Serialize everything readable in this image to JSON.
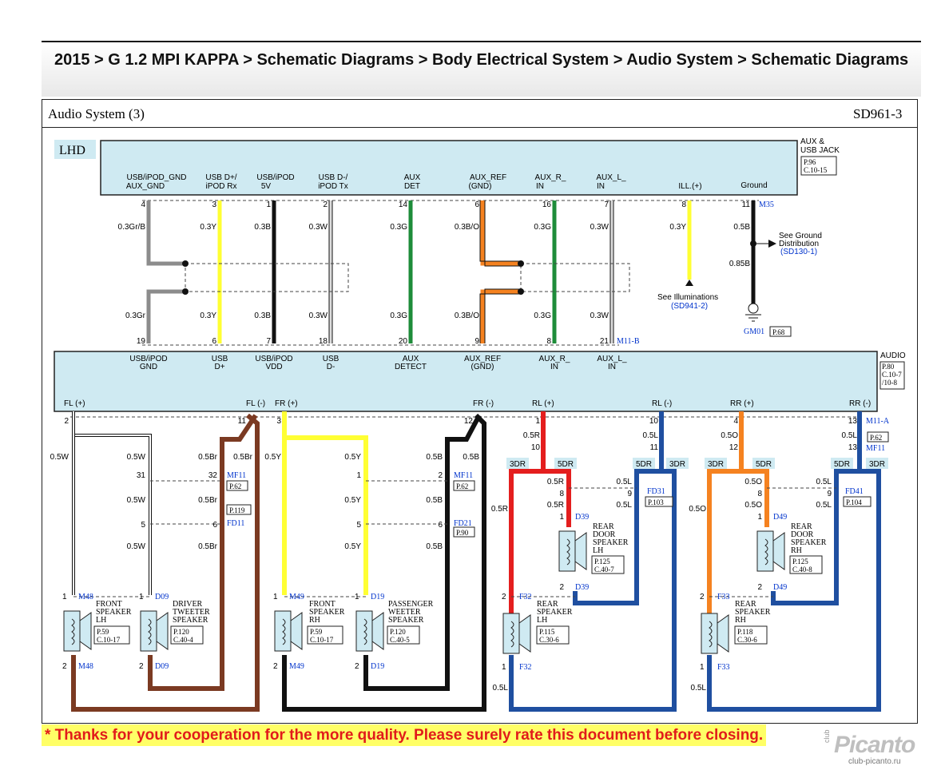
{
  "breadcrumb": "2015 > G 1.2 MPI KAPPA > Schematic Diagrams > Body Electrical System > Audio System > Schematic Diagrams",
  "panel": {
    "title": "Audio System (3)",
    "code": "SD961-3",
    "lhd": "LHD"
  },
  "aux_jack": {
    "name_line1": "AUX &",
    "name_line2": "USB JACK",
    "ref1": "P.96",
    "ref2": "C.10-15",
    "pins": [
      {
        "l1": "USB/iPOD_GND",
        "l2": "AUX_GND",
        "pin": "4",
        "wire": "0.3Gr/B"
      },
      {
        "l1": "USB D+/",
        "l2": "iPOD Rx",
        "pin": "3",
        "wire": "0.3Y"
      },
      {
        "l1": "USB/iPOD",
        "l2": "5V",
        "pin": "1",
        "wire": "0.3B"
      },
      {
        "l1": "USB D-/",
        "l2": "iPOD Tx",
        "pin": "2",
        "wire": "0.3W"
      },
      {
        "l1": "AUX",
        "l2": "DET",
        "pin": "14",
        "wire": "0.3G"
      },
      {
        "l1": "AUX_REF",
        "l2": "(GND)",
        "pin": "6",
        "wire": "0.3B/O"
      },
      {
        "l1": "AUX_R_",
        "l2": "IN",
        "pin": "16",
        "wire": "0.3G"
      },
      {
        "l1": "AUX_L_",
        "l2": "IN",
        "pin": "7",
        "wire": "0.3W"
      },
      {
        "l1": "",
        "l2": "ILL.(+)",
        "pin": "8",
        "wire": "0.3Y"
      },
      {
        "l1": "",
        "l2": "Ground",
        "pin": "11",
        "wire": "0.5B"
      }
    ],
    "m35": "M35",
    "ground_dist": {
      "l1": "See Ground",
      "l2": "Distribution",
      "ref": "(SD130-1)"
    },
    "ground_wire2": "0.85B",
    "illum": {
      "l1": "See Illuminations",
      "ref": "(SD941-2)"
    },
    "gm01": "GM01",
    "gm01_ref": "P.68"
  },
  "audio_mid_wires": [
    {
      "wire": "0.3Gr",
      "pin": "19"
    },
    {
      "wire": "0.3Y",
      "pin": "6"
    },
    {
      "wire": "0.3B",
      "pin": "7"
    },
    {
      "wire": "0.3W",
      "pin": "18"
    },
    {
      "wire": "0.3G",
      "pin": "20"
    },
    {
      "wire": "0.3B/O",
      "pin": "9"
    },
    {
      "wire": "0.3G",
      "pin": "8"
    },
    {
      "wire": "0.3W",
      "pin": "21"
    }
  ],
  "m11b": "M11-B",
  "audio": {
    "name": "AUDIO",
    "ref1": "P.80",
    "ref2": "C.10-7",
    "ref3": "/10-8",
    "top_pins": [
      {
        "l1": "USB/iPOD",
        "l2": "GND"
      },
      {
        "l1": "USB",
        "l2": "D+"
      },
      {
        "l1": "USB/iPOD",
        "l2": "VDD"
      },
      {
        "l1": "USB",
        "l2": "D-"
      },
      {
        "l1": "AUX",
        "l2": "DETECT"
      },
      {
        "l1": "AUX_REF",
        "l2": "(GND)"
      },
      {
        "l1": "AUX_R_",
        "l2": "IN"
      },
      {
        "l1": "AUX_L_",
        "l2": "IN"
      }
    ],
    "bottom_pins": [
      {
        "label": "FL (+)",
        "pin": "2"
      },
      {
        "label": "FL (-)",
        "pin": "11"
      },
      {
        "label": "FR (+)",
        "pin": "3"
      },
      {
        "label": "FR (-)",
        "pin": "12"
      },
      {
        "label": "RL (+)",
        "pin": "1"
      },
      {
        "label": "RL (-)",
        "pin": "10"
      },
      {
        "label": "RR (+)",
        "pin": "4"
      },
      {
        "label": "RR (-)",
        "pin": "13"
      }
    ],
    "m11a": "M11-A",
    "m11a_ref": "P.62",
    "mf11_right": "MF11"
  },
  "front": {
    "w_05W": "0.5W",
    "w_05Br": "0.5Br",
    "w_05Y": "0.5Y",
    "w_05B": "0.5B",
    "mf11": "MF11",
    "mf11_ref": "P.62",
    "p119": "P.119",
    "fd11": "FD11",
    "fd21": "FD21",
    "fd21_ref": "P.90",
    "pins": {
      "p31": "31",
      "p32": "32",
      "p5": "5",
      "p6": "6",
      "p1": "1",
      "p2": "2"
    }
  },
  "speakers": [
    {
      "conn": "M48",
      "n1": "FRONT",
      "n2": "SPEAKER",
      "n3": "LH",
      "ref1": "P.59",
      "ref2": "C.10-17"
    },
    {
      "conn": "D09",
      "n1": "DRIVER",
      "n2": "TWEETER",
      "n3": "SPEAKER",
      "ref1": "P.120",
      "ref2": "C.40-4"
    },
    {
      "conn": "M49",
      "n1": "FRONT",
      "n2": "SPEAKER",
      "n3": "RH",
      "ref1": "P.59",
      "ref2": "C.10-17"
    },
    {
      "conn": "D19",
      "n1": "PASSENGER",
      "n2": "WEETER",
      "n3": "SPEAKER",
      "ref1": "P.120",
      "ref2": "C.40-5"
    },
    {
      "conn": "F32",
      "n1": "REAR",
      "n2": "SPEAKER",
      "n3": "LH",
      "ref1": "P.115",
      "ref2": "C.30-6"
    },
    {
      "conn": "D39",
      "n1": "REAR",
      "n2": "DOOR",
      "n3": "SPEAKER",
      "n4": "LH",
      "ref1": "P.125",
      "ref2": "C.40-7"
    },
    {
      "conn": "F33",
      "n1": "REAR",
      "n2": "SPEAKER",
      "n3": "RH",
      "ref1": "P.118",
      "ref2": "C.30-6"
    },
    {
      "conn": "D49",
      "n1": "REAR",
      "n2": "DOOR",
      "n3": "SPEAKER",
      "n4": "RH",
      "ref1": "P.125",
      "ref2": "C.40-8"
    }
  ],
  "rear": {
    "r3dr": "3DR",
    "r5dr": "5DR",
    "w_05R": "0.5R",
    "w_05L": "0.5L",
    "w_05O": "0.5O",
    "fd31": "FD31",
    "fd31_ref": "P.103",
    "fd41": "FD41",
    "fd41_ref": "P.104",
    "pins": {
      "p10": "10",
      "p11": "11",
      "p12": "12",
      "p13": "13",
      "p8": "8",
      "p9": "9",
      "p1": "1",
      "p2": "2"
    }
  },
  "footer": "* Thanks for your cooperation for the more quality. Please surely rate this document before closing.",
  "watermark": {
    "brand": "Picanto",
    "url": "club-picanto.ru",
    "club": "club"
  },
  "colors": {
    "red": "#e41e1e",
    "blue": "#1f4fa0",
    "orange": "#f58220",
    "brown": "#7b3a22",
    "yellow": "#ffff33",
    "green": "#1e8c3a",
    "gray": "#8c8c8c",
    "box": "#cfeaf2",
    "link": "#0033cc"
  }
}
